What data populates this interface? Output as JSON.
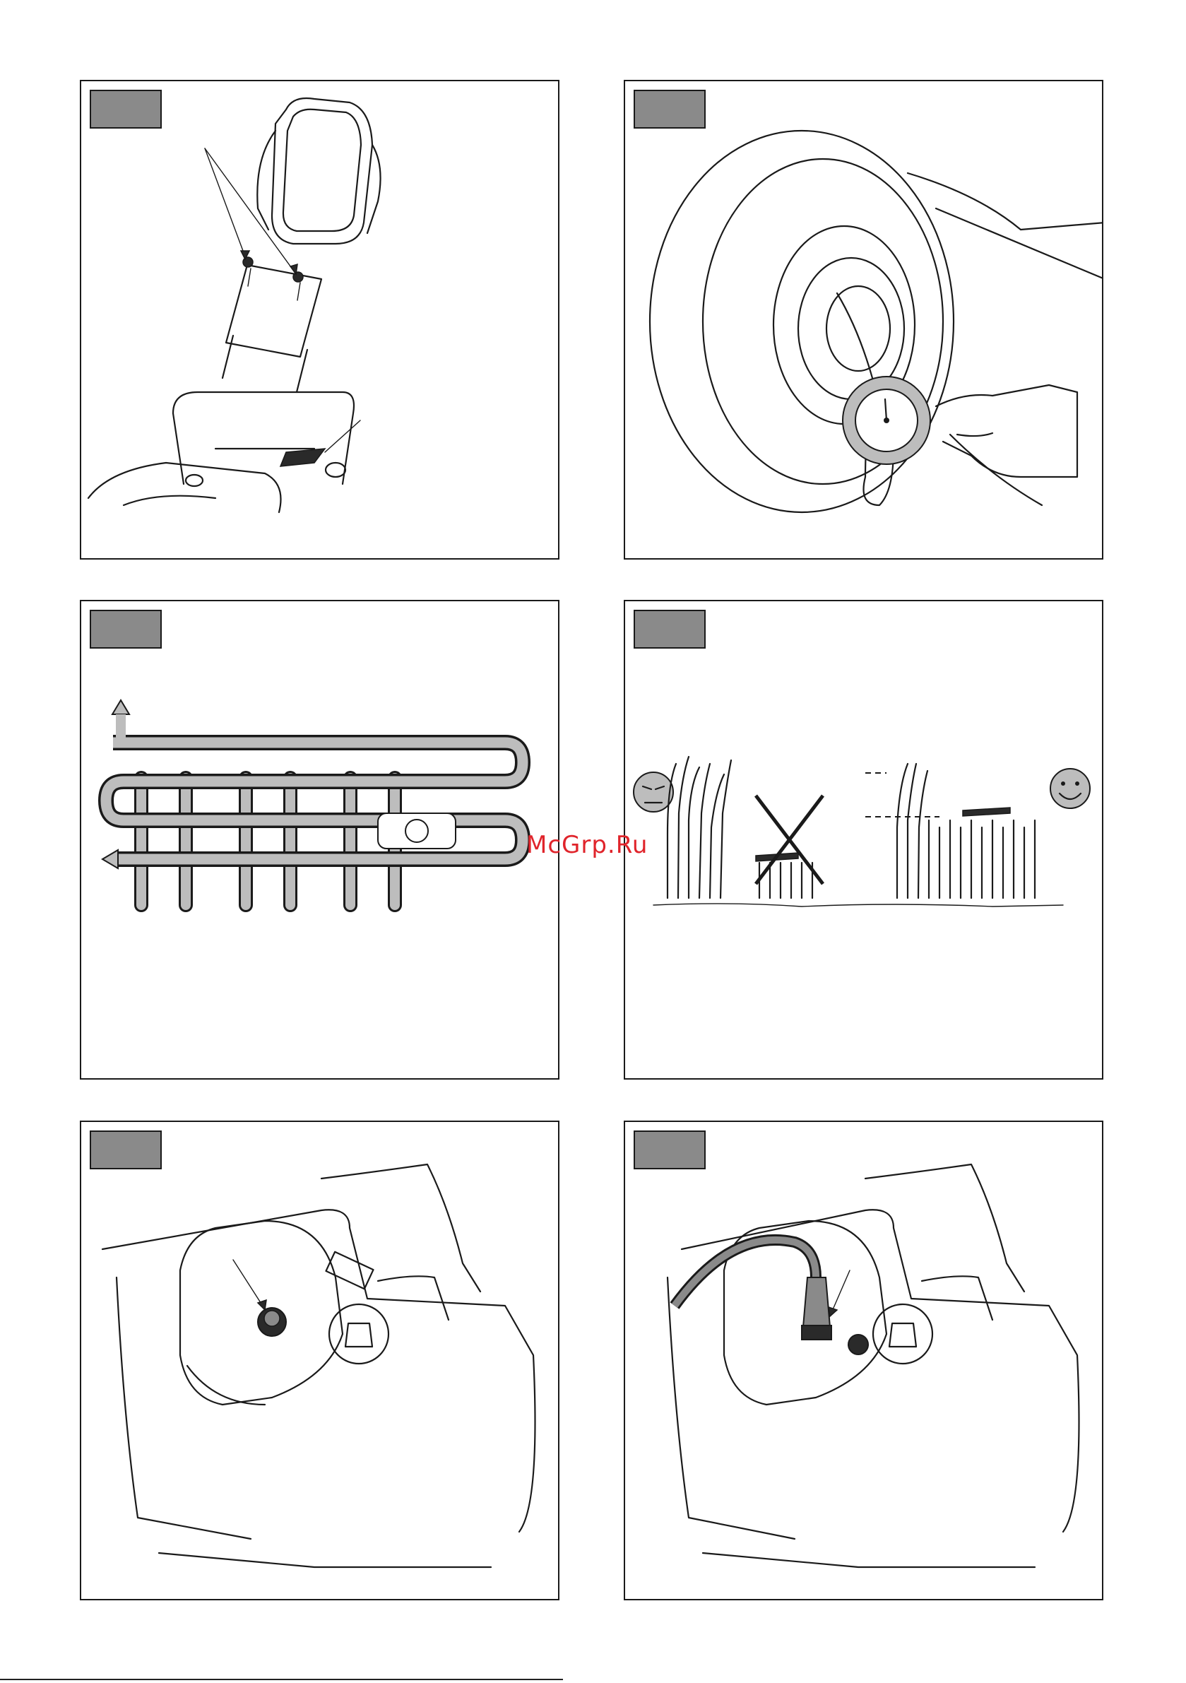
{
  "watermark": {
    "text": "McGrp.Ru",
    "color": "#e0242b"
  },
  "panels": [
    {
      "id": "1",
      "subject": "seat-tilted-forward"
    },
    {
      "id": "2",
      "subject": "tyre-pressure-gauge"
    },
    {
      "id": "3",
      "subject": "mowing-pattern"
    },
    {
      "id": "4",
      "subject": "grass-cutting-height"
    },
    {
      "id": "5",
      "subject": "battery-charging-socket"
    },
    {
      "id": "6",
      "subject": "battery-charger-connected"
    }
  ],
  "colors": {
    "label_box": "#8a8a8a",
    "outline": "#1a1a1a",
    "path_fill": "#bdbdbd"
  }
}
